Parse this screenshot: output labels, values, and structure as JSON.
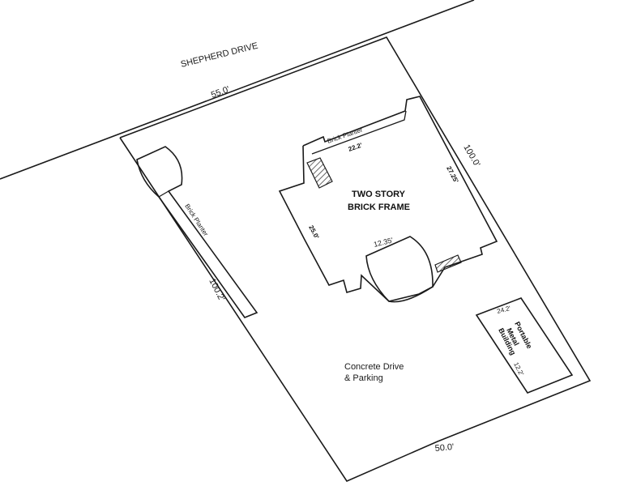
{
  "street": {
    "name": "SHEPHERD DRIVE"
  },
  "lot": {
    "front_frontage": "55.0'",
    "right_side": "100.0'",
    "left_side": "100.2'",
    "rear": "50.0'"
  },
  "house": {
    "title_line1": "TWO STORY",
    "title_line2": "BRICK FRAME",
    "dim_top": "22.2'",
    "dim_right": "27.25'",
    "dim_left": "25.0'",
    "dim_bottom": "12.35'",
    "planter_label": "Brick Planter"
  },
  "left_planter": {
    "label": "Brick Planter"
  },
  "portable_building": {
    "line1": "Portable",
    "line2": "Metal",
    "line3": "Building",
    "dim_top": "24.2'",
    "dim_side": "12.2'"
  },
  "drive": {
    "line1": "Concrete Drive",
    "line2": "& Parking"
  }
}
